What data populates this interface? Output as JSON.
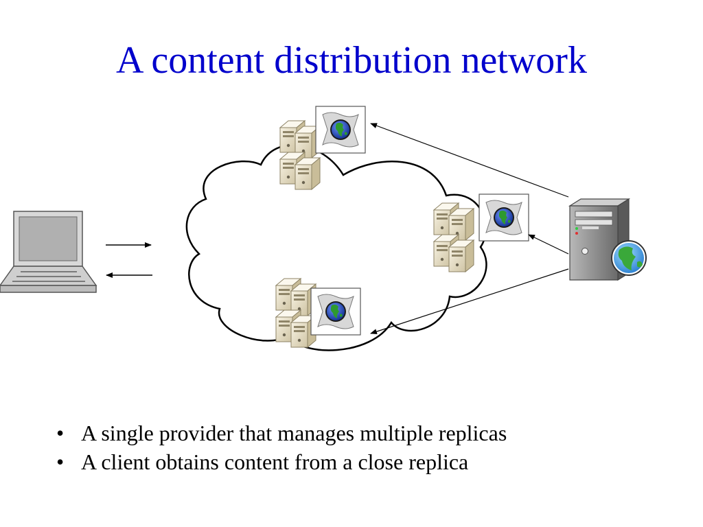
{
  "slide": {
    "title": "A content distribution network",
    "bullets": [
      "A single provider that manages multiple replicas",
      "A client obtains content from a close replica"
    ]
  },
  "diagram": {
    "nodes": [
      {
        "id": "client",
        "kind": "laptop",
        "icon": "laptop-icon"
      },
      {
        "id": "cloud",
        "kind": "network-cloud",
        "icon": "cloud-icon"
      },
      {
        "id": "replica-top",
        "kind": "server-rack-with-content",
        "icon": "server-rack-icon"
      },
      {
        "id": "replica-middle",
        "kind": "server-rack-with-content",
        "icon": "server-rack-icon"
      },
      {
        "id": "replica-bottom",
        "kind": "server-rack-with-content",
        "icon": "server-rack-icon"
      },
      {
        "id": "provider",
        "kind": "web-server",
        "icon": "web-server-icon"
      }
    ],
    "edges": [
      {
        "from": "client",
        "to": "cloud"
      },
      {
        "from": "cloud",
        "to": "client"
      },
      {
        "from": "provider",
        "to": "replica-top"
      },
      {
        "from": "provider",
        "to": "replica-middle"
      },
      {
        "from": "provider",
        "to": "replica-bottom"
      }
    ]
  },
  "colors": {
    "title": "#0000cc",
    "text": "#000000",
    "globe_ocean": "#1b3fae",
    "globe_land": "#2e9a2e",
    "server_beige": "#e8e0c8",
    "tower_gray": "#8a8a8a"
  }
}
